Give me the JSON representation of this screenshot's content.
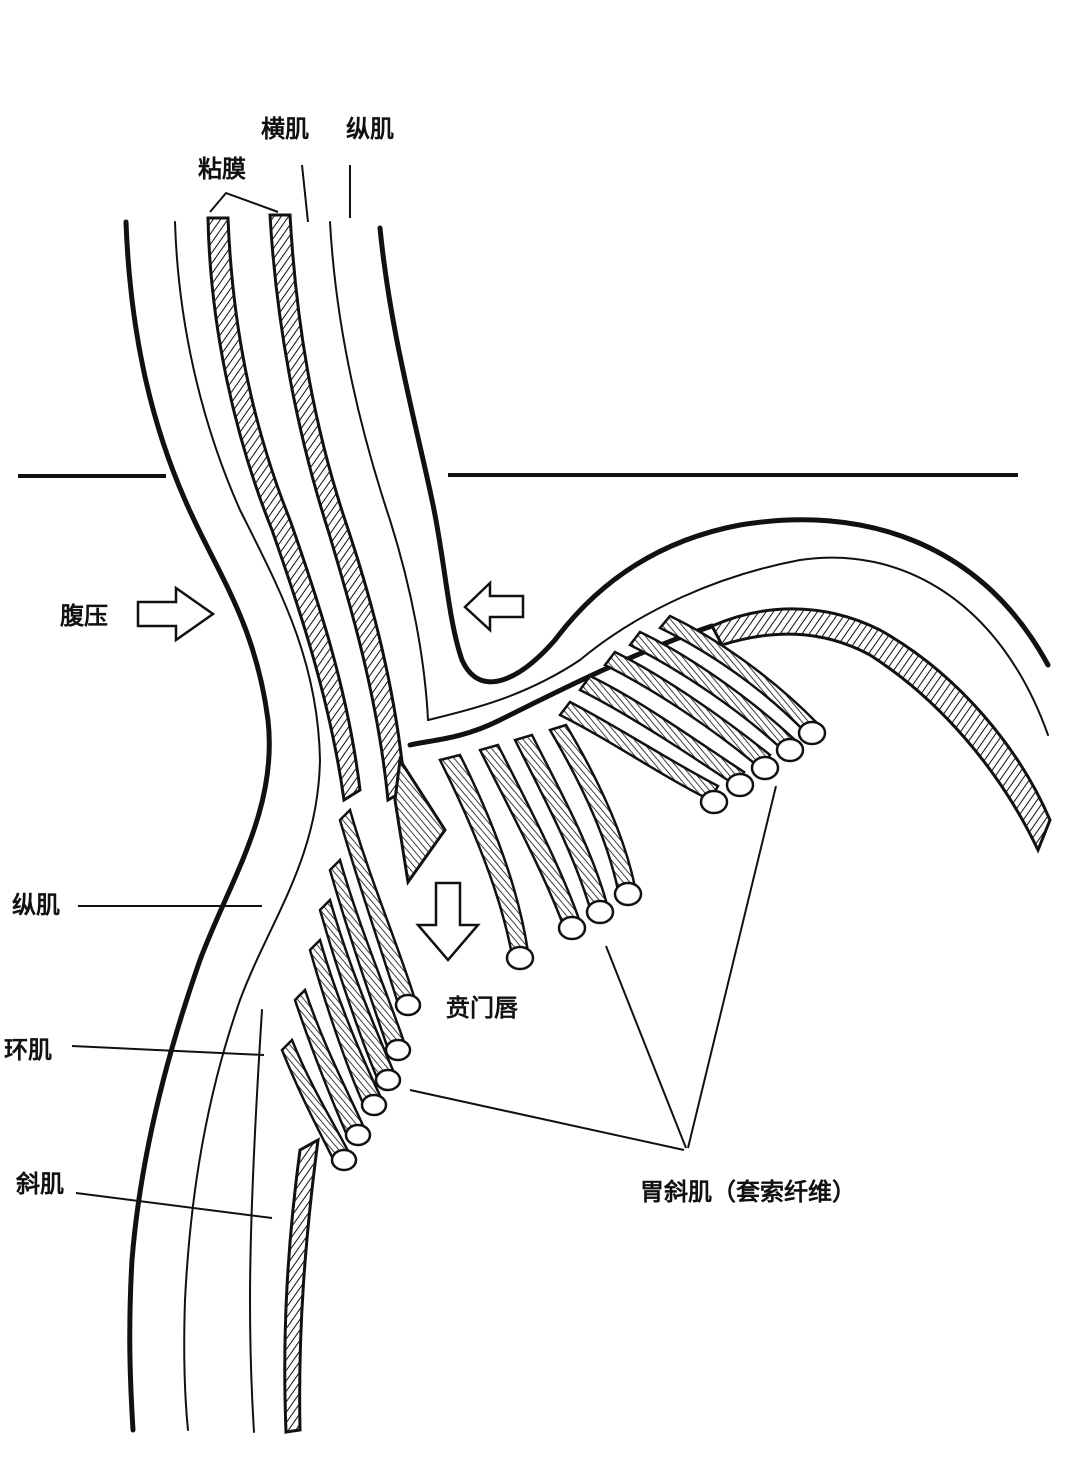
{
  "labels": {
    "mucosa": "粘膜",
    "striated_muscle": "横肌",
    "longitudinal_top": "纵肌",
    "abdominal_pressure": "腹压",
    "longitudinal_left": "纵肌",
    "circular_muscle": "环肌",
    "oblique_muscle": "斜肌",
    "cardiac_lip": "贲门唇",
    "gastric_oblique": "胃斜肌（套索纤维）"
  },
  "colors": {
    "ink": "#111111",
    "paper": "#ffffff"
  }
}
